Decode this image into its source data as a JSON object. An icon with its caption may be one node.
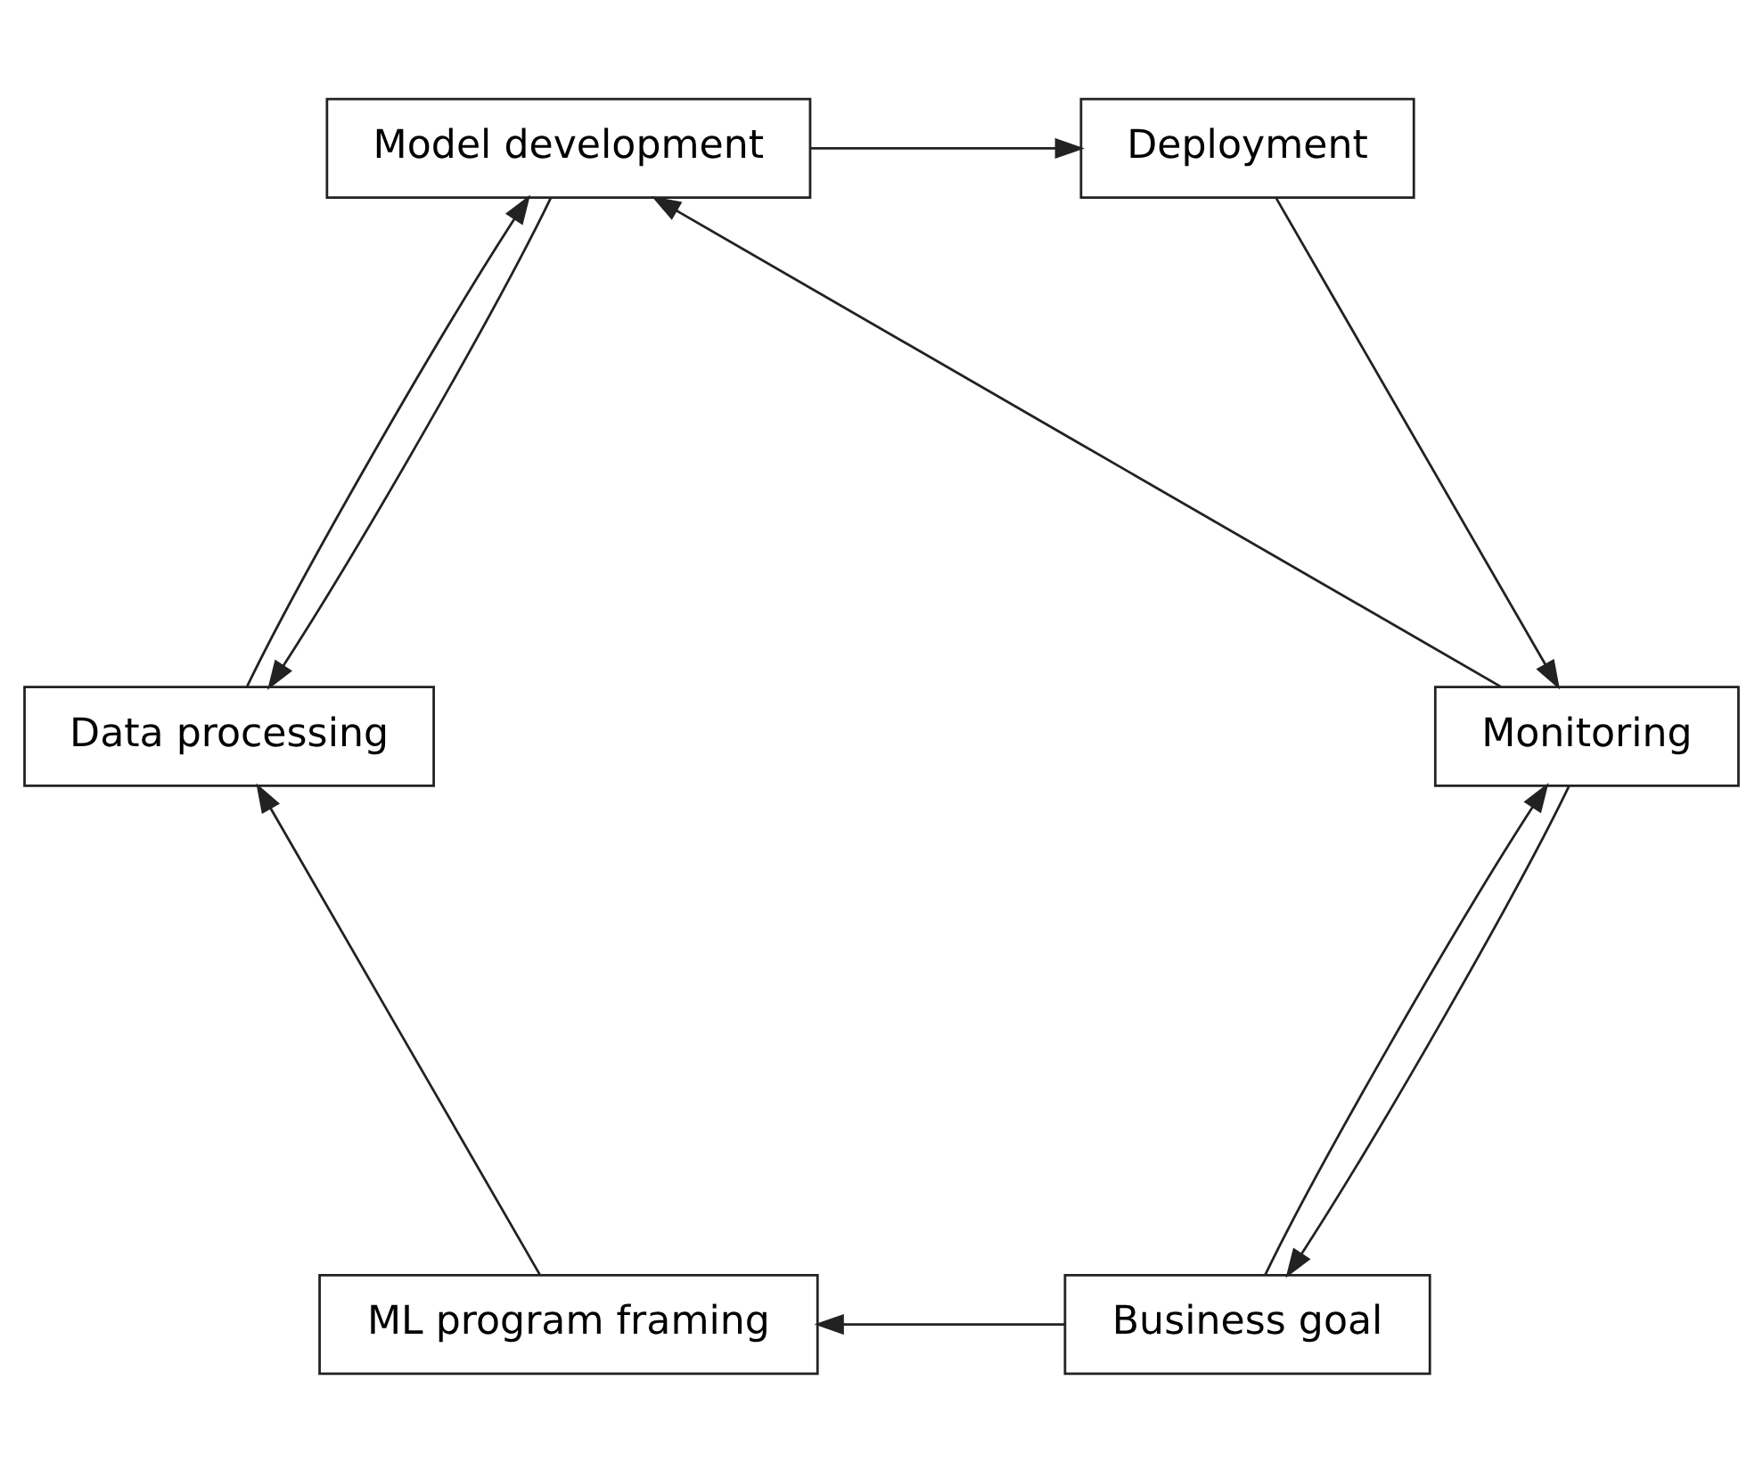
{
  "diagram": {
    "nodes": [
      {
        "text": [
          "Business goal"
        ]
      },
      {
        "text": [
          "ML program framing"
        ]
      },
      {
        "text": [
          "Data processing"
        ]
      },
      {
        "text": [
          "Model development"
        ]
      },
      {
        "text": [
          "Deployment"
        ]
      },
      {
        "text": [
          "Monitoring"
        ]
      }
    ],
    "edges": [
      {
        "from": 0,
        "to": 1,
        "arrow": "to"
      },
      {
        "from": 1,
        "to": 2,
        "arrow": "to"
      },
      {
        "from": 2,
        "to": 3,
        "arrow": "to"
      },
      {
        "from": 3,
        "to": 2,
        "arrow": "to"
      },
      {
        "from": 5,
        "to": 3,
        "arrow": "to"
      },
      {
        "from": 3,
        "to": 4,
        "arrow": "to"
      },
      {
        "from": 4,
        "to": 5,
        "arrow": "to"
      },
      {
        "from": 5,
        "to": 0,
        "arrow": "to"
      },
      {
        "from": 0,
        "to": 5,
        "arrow": "to"
      }
    ]
  }
}
